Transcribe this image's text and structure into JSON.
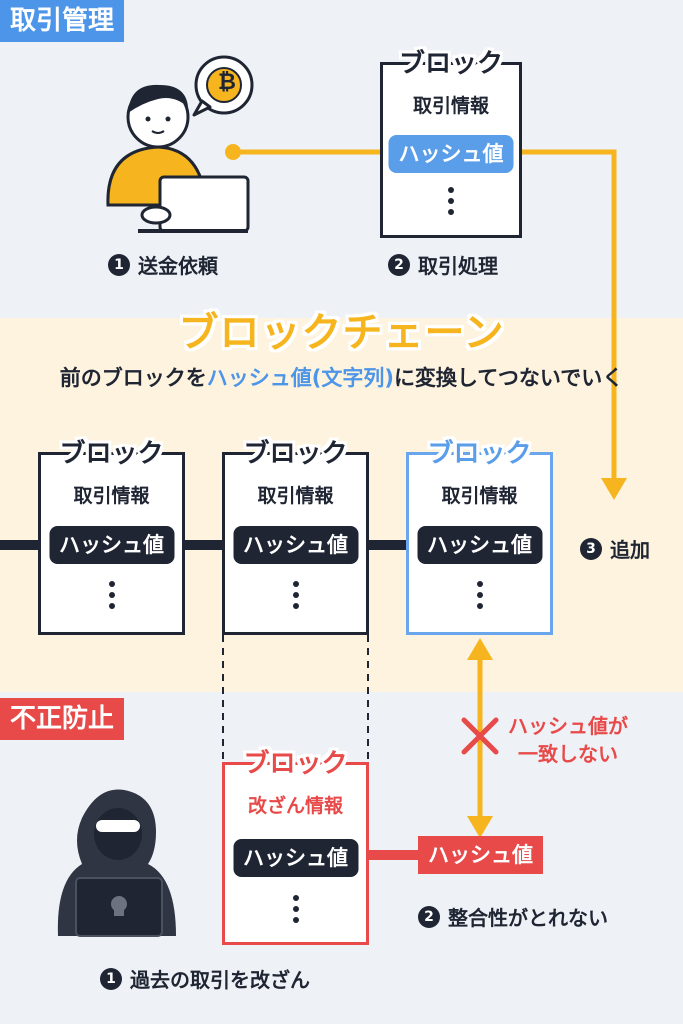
{
  "top_section": {
    "tag": "取引管理",
    "step1": {
      "num": "1",
      "label": "送金依頼"
    },
    "step2": {
      "num": "2",
      "label": "取引処理"
    },
    "bitcoin_symbol": "₿",
    "block": {
      "title": "ブロック",
      "info": "取引情報",
      "hash": "ハッシュ値"
    }
  },
  "chain_section": {
    "heading": "ブロックチェーン",
    "sub_before": "前のブロックを",
    "sub_highlight": "ハッシュ値(文字列)",
    "sub_after": "に変換してつないでいく",
    "step3": {
      "num": "3",
      "label": "追加"
    },
    "blocks": [
      {
        "title": "ブロック",
        "info": "取引情報",
        "hash": "ハッシュ値"
      },
      {
        "title": "ブロック",
        "info": "取引情報",
        "hash": "ハッシュ値"
      },
      {
        "title": "ブロック",
        "info": "取引情報",
        "hash": "ハッシュ値"
      }
    ]
  },
  "fraud_section": {
    "tag": "不正防止",
    "tampered_block": {
      "title": "ブロック",
      "info": "改ざん情報",
      "hash": "ハッシュ値"
    },
    "mismatch_hash": "ハッシュ値",
    "mismatch_line1": "ハッシュ値が",
    "mismatch_line2": "一致しない",
    "step1": {
      "num": "1",
      "label": "過去の取引を改ざん"
    },
    "step2": {
      "num": "2",
      "label": "整合性がとれない"
    }
  },
  "colors": {
    "yellow": "#f6b51e",
    "blue": "#4d95e8",
    "red": "#e84a4a",
    "navy": "#1f2533"
  }
}
